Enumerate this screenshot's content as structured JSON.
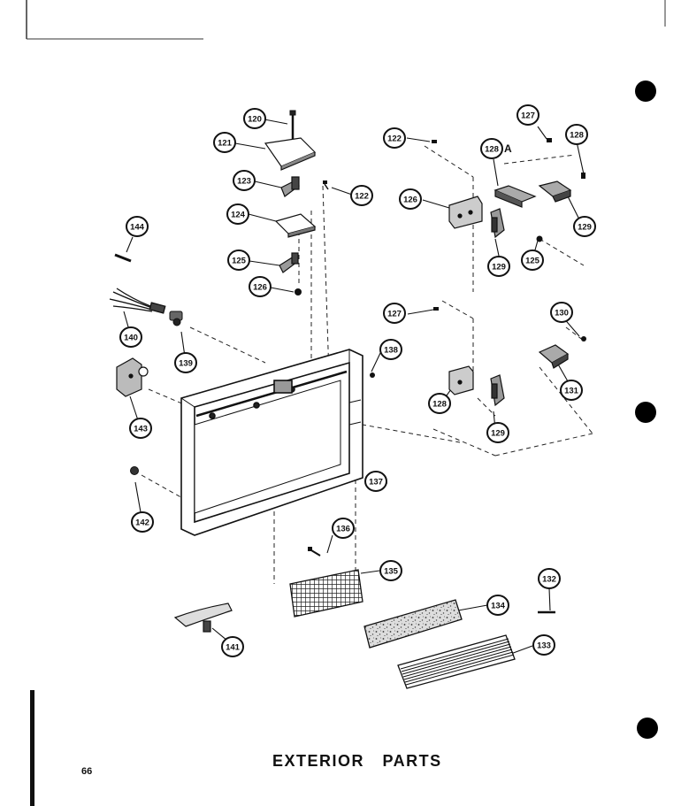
{
  "caption": "EXTERIOR PARTS",
  "page_number": "66",
  "callouts": [
    {
      "id": "c120",
      "label": "120"
    },
    {
      "id": "c121",
      "label": "121"
    },
    {
      "id": "c122a",
      "label": "122"
    },
    {
      "id": "c123",
      "label": "123"
    },
    {
      "id": "c122b",
      "label": "122"
    },
    {
      "id": "c124",
      "label": "124"
    },
    {
      "id": "c125a",
      "label": "125"
    },
    {
      "id": "c126a",
      "label": "126"
    },
    {
      "id": "c144",
      "label": "144"
    },
    {
      "id": "c140",
      "label": "140"
    },
    {
      "id": "c139",
      "label": "139"
    },
    {
      "id": "c143",
      "label": "143"
    },
    {
      "id": "c142",
      "label": "142"
    },
    {
      "id": "c127a",
      "label": "127"
    },
    {
      "id": "c128a",
      "label": "128"
    },
    {
      "id": "c128b",
      "label": "128"
    },
    {
      "id": "c126b",
      "label": "126"
    },
    {
      "id": "c129a",
      "label": "129"
    },
    {
      "id": "c125b",
      "label": "125"
    },
    {
      "id": "c129b",
      "label": "129"
    },
    {
      "id": "c127b",
      "label": "127"
    },
    {
      "id": "c130",
      "label": "130"
    },
    {
      "id": "c138",
      "label": "138"
    },
    {
      "id": "c131",
      "label": "131"
    },
    {
      "id": "c128c",
      "label": "128"
    },
    {
      "id": "c129c",
      "label": "129"
    },
    {
      "id": "c137",
      "label": "137"
    },
    {
      "id": "c136",
      "label": "136"
    },
    {
      "id": "c135",
      "label": "135"
    },
    {
      "id": "c132",
      "label": "132"
    },
    {
      "id": "c134",
      "label": "134"
    },
    {
      "id": "c133",
      "label": "133"
    },
    {
      "id": "c141",
      "label": "141"
    }
  ],
  "suffix_label": "A"
}
